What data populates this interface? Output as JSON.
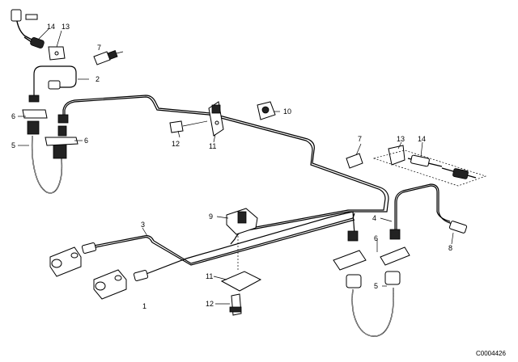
{
  "diagram": {
    "callouts": {
      "c1": "1",
      "c2": "2",
      "c3": "3",
      "c4": "4",
      "c5_left": "5",
      "c5_right": "5",
      "c6_left_top": "6",
      "c6_left_bottom": "6",
      "c6_right": "6",
      "c7_top": "7",
      "c7_right": "7",
      "c8": "8",
      "c9": "9",
      "c10": "10",
      "c11_top": "11",
      "c11_bottom": "11",
      "c12_top": "12",
      "c12_bottom": "12",
      "c13_top": "13",
      "c13_right": "13",
      "c14_top": "14",
      "c14_right": "14"
    },
    "document_id": "C0004426"
  }
}
